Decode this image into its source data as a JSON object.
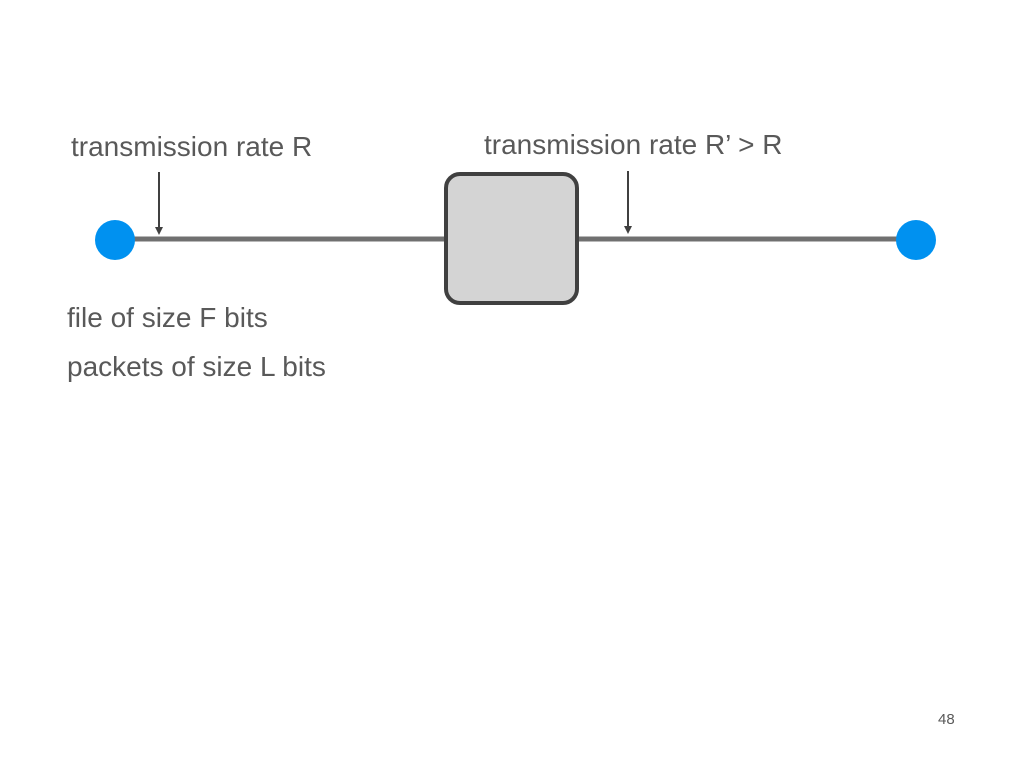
{
  "diagram": {
    "link_left_label": "transmission rate R",
    "link_right_label": "transmission rate R’ > R",
    "file_label": "file of size F bits",
    "packets_label": "packets of size L bits"
  },
  "slide": {
    "page_number": "48"
  },
  "colors": {
    "host": "#0091f0",
    "link": "#707070",
    "router_fill": "#d4d4d4",
    "router_stroke": "#404040",
    "arrow": "#404040",
    "text": "#595959"
  }
}
